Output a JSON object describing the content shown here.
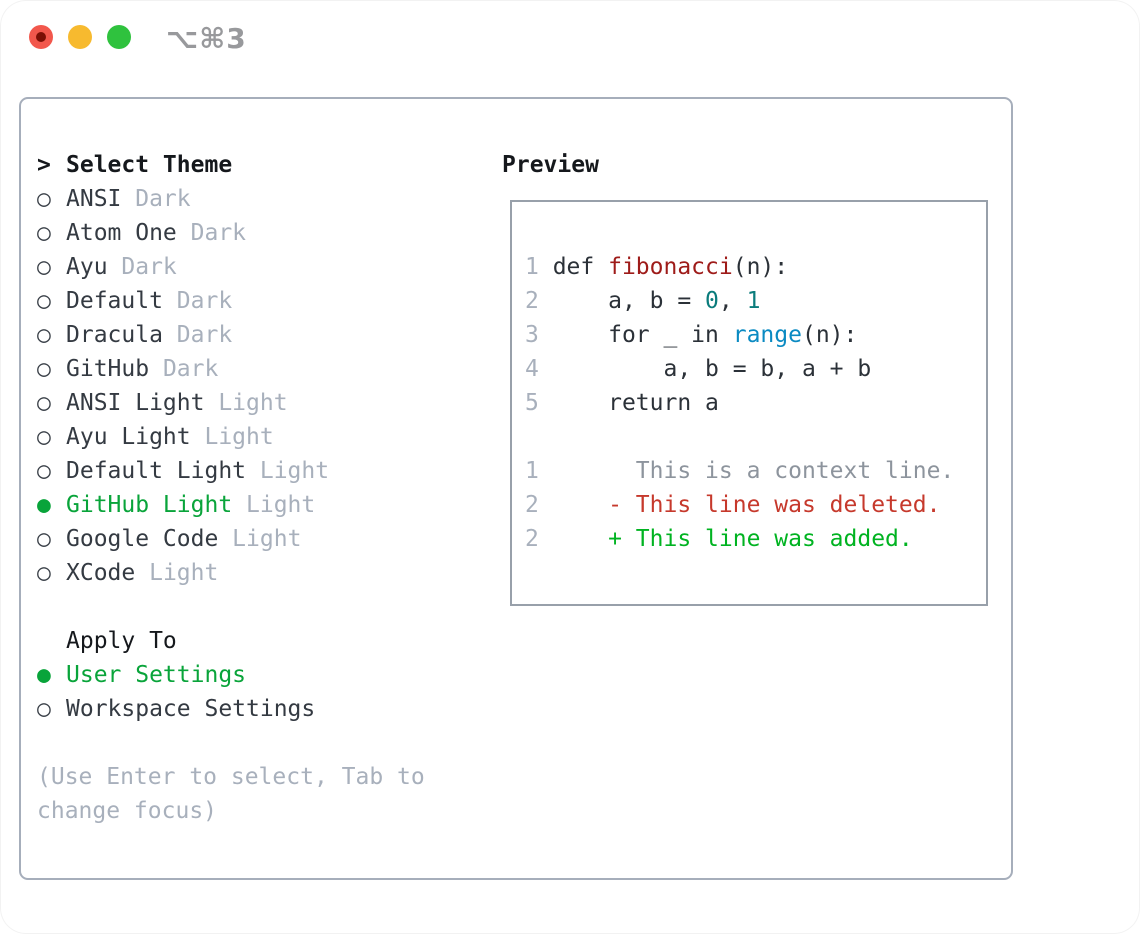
{
  "window": {
    "title": "⌥⌘3",
    "traffic_lights": [
      "close",
      "minimize",
      "zoom"
    ]
  },
  "icons": {
    "radio_unselected": "○",
    "radio_selected": "●",
    "cursor_prefix": ">"
  },
  "theme_panel": {
    "header_label": "Select Theme",
    "items": [
      {
        "name": "ANSI",
        "variant": "Dark",
        "selected": false
      },
      {
        "name": "Atom One",
        "variant": "Dark",
        "selected": false
      },
      {
        "name": "Ayu",
        "variant": "Dark",
        "selected": false
      },
      {
        "name": "Default",
        "variant": "Dark",
        "selected": false
      },
      {
        "name": "Dracula",
        "variant": "Dark",
        "selected": false
      },
      {
        "name": "GitHub",
        "variant": "Dark",
        "selected": false
      },
      {
        "name": "ANSI Light",
        "variant": "Light",
        "selected": false
      },
      {
        "name": "Ayu Light",
        "variant": "Light",
        "selected": false
      },
      {
        "name": "Default Light",
        "variant": "Light",
        "selected": false
      },
      {
        "name": "GitHub Light",
        "variant": "Light",
        "selected": true
      },
      {
        "name": "Google Code",
        "variant": "Light",
        "selected": false
      },
      {
        "name": "XCode",
        "variant": "Light",
        "selected": false
      }
    ]
  },
  "apply_to": {
    "header_label": "Apply To",
    "options": [
      {
        "name": "User Settings",
        "selected": true
      },
      {
        "name": "Workspace Settings",
        "selected": false
      }
    ]
  },
  "hint_text": "(Use Enter to select, Tab to change focus)",
  "preview": {
    "label": "Preview",
    "code_lines": [
      {
        "num": "1",
        "segments": [
          {
            "text": "def ",
            "style": "plain"
          },
          {
            "text": "fibonacci",
            "style": "func"
          },
          {
            "text": "(n):",
            "style": "plain"
          }
        ]
      },
      {
        "num": "2",
        "segments": [
          {
            "text": "    a, b = ",
            "style": "plain"
          },
          {
            "text": "0",
            "style": "number"
          },
          {
            "text": ", ",
            "style": "plain"
          },
          {
            "text": "1",
            "style": "number"
          }
        ]
      },
      {
        "num": "3",
        "segments": [
          {
            "text": "    for _ in ",
            "style": "plain"
          },
          {
            "text": "range",
            "style": "builtin"
          },
          {
            "text": "(n):",
            "style": "plain"
          }
        ]
      },
      {
        "num": "4",
        "segments": [
          {
            "text": "        a, b = b, a + b",
            "style": "plain"
          }
        ]
      },
      {
        "num": "5",
        "segments": [
          {
            "text": "    return a",
            "style": "plain"
          }
        ]
      },
      {
        "num": "",
        "segments": []
      },
      {
        "num": "1",
        "segments": [
          {
            "text": "      This is a context line.",
            "style": "context"
          }
        ]
      },
      {
        "num": "2",
        "segments": [
          {
            "text": "    - This line was deleted.",
            "style": "deleted"
          }
        ]
      },
      {
        "num": "2",
        "segments": [
          {
            "text": "    + This line was added.",
            "style": "added"
          }
        ]
      }
    ]
  },
  "colors": {
    "selection_green": "#09a43a",
    "added_green": "#00b321",
    "deleted_red": "#c6392c",
    "function_red": "#9e1b19",
    "number_teal": "#0b7c7c",
    "builtin_blue": "#0a8ac2",
    "muted_gray": "#a8b0bc",
    "context_gray": "#8d949d",
    "text_dark": "#2b3138",
    "panel_border": "#a6aebb",
    "preview_border": "#98a0aa",
    "traffic_red": "#f2574c",
    "traffic_yellow": "#f7ba2f",
    "traffic_green": "#2fc23e",
    "title_gray": "#98999c"
  }
}
